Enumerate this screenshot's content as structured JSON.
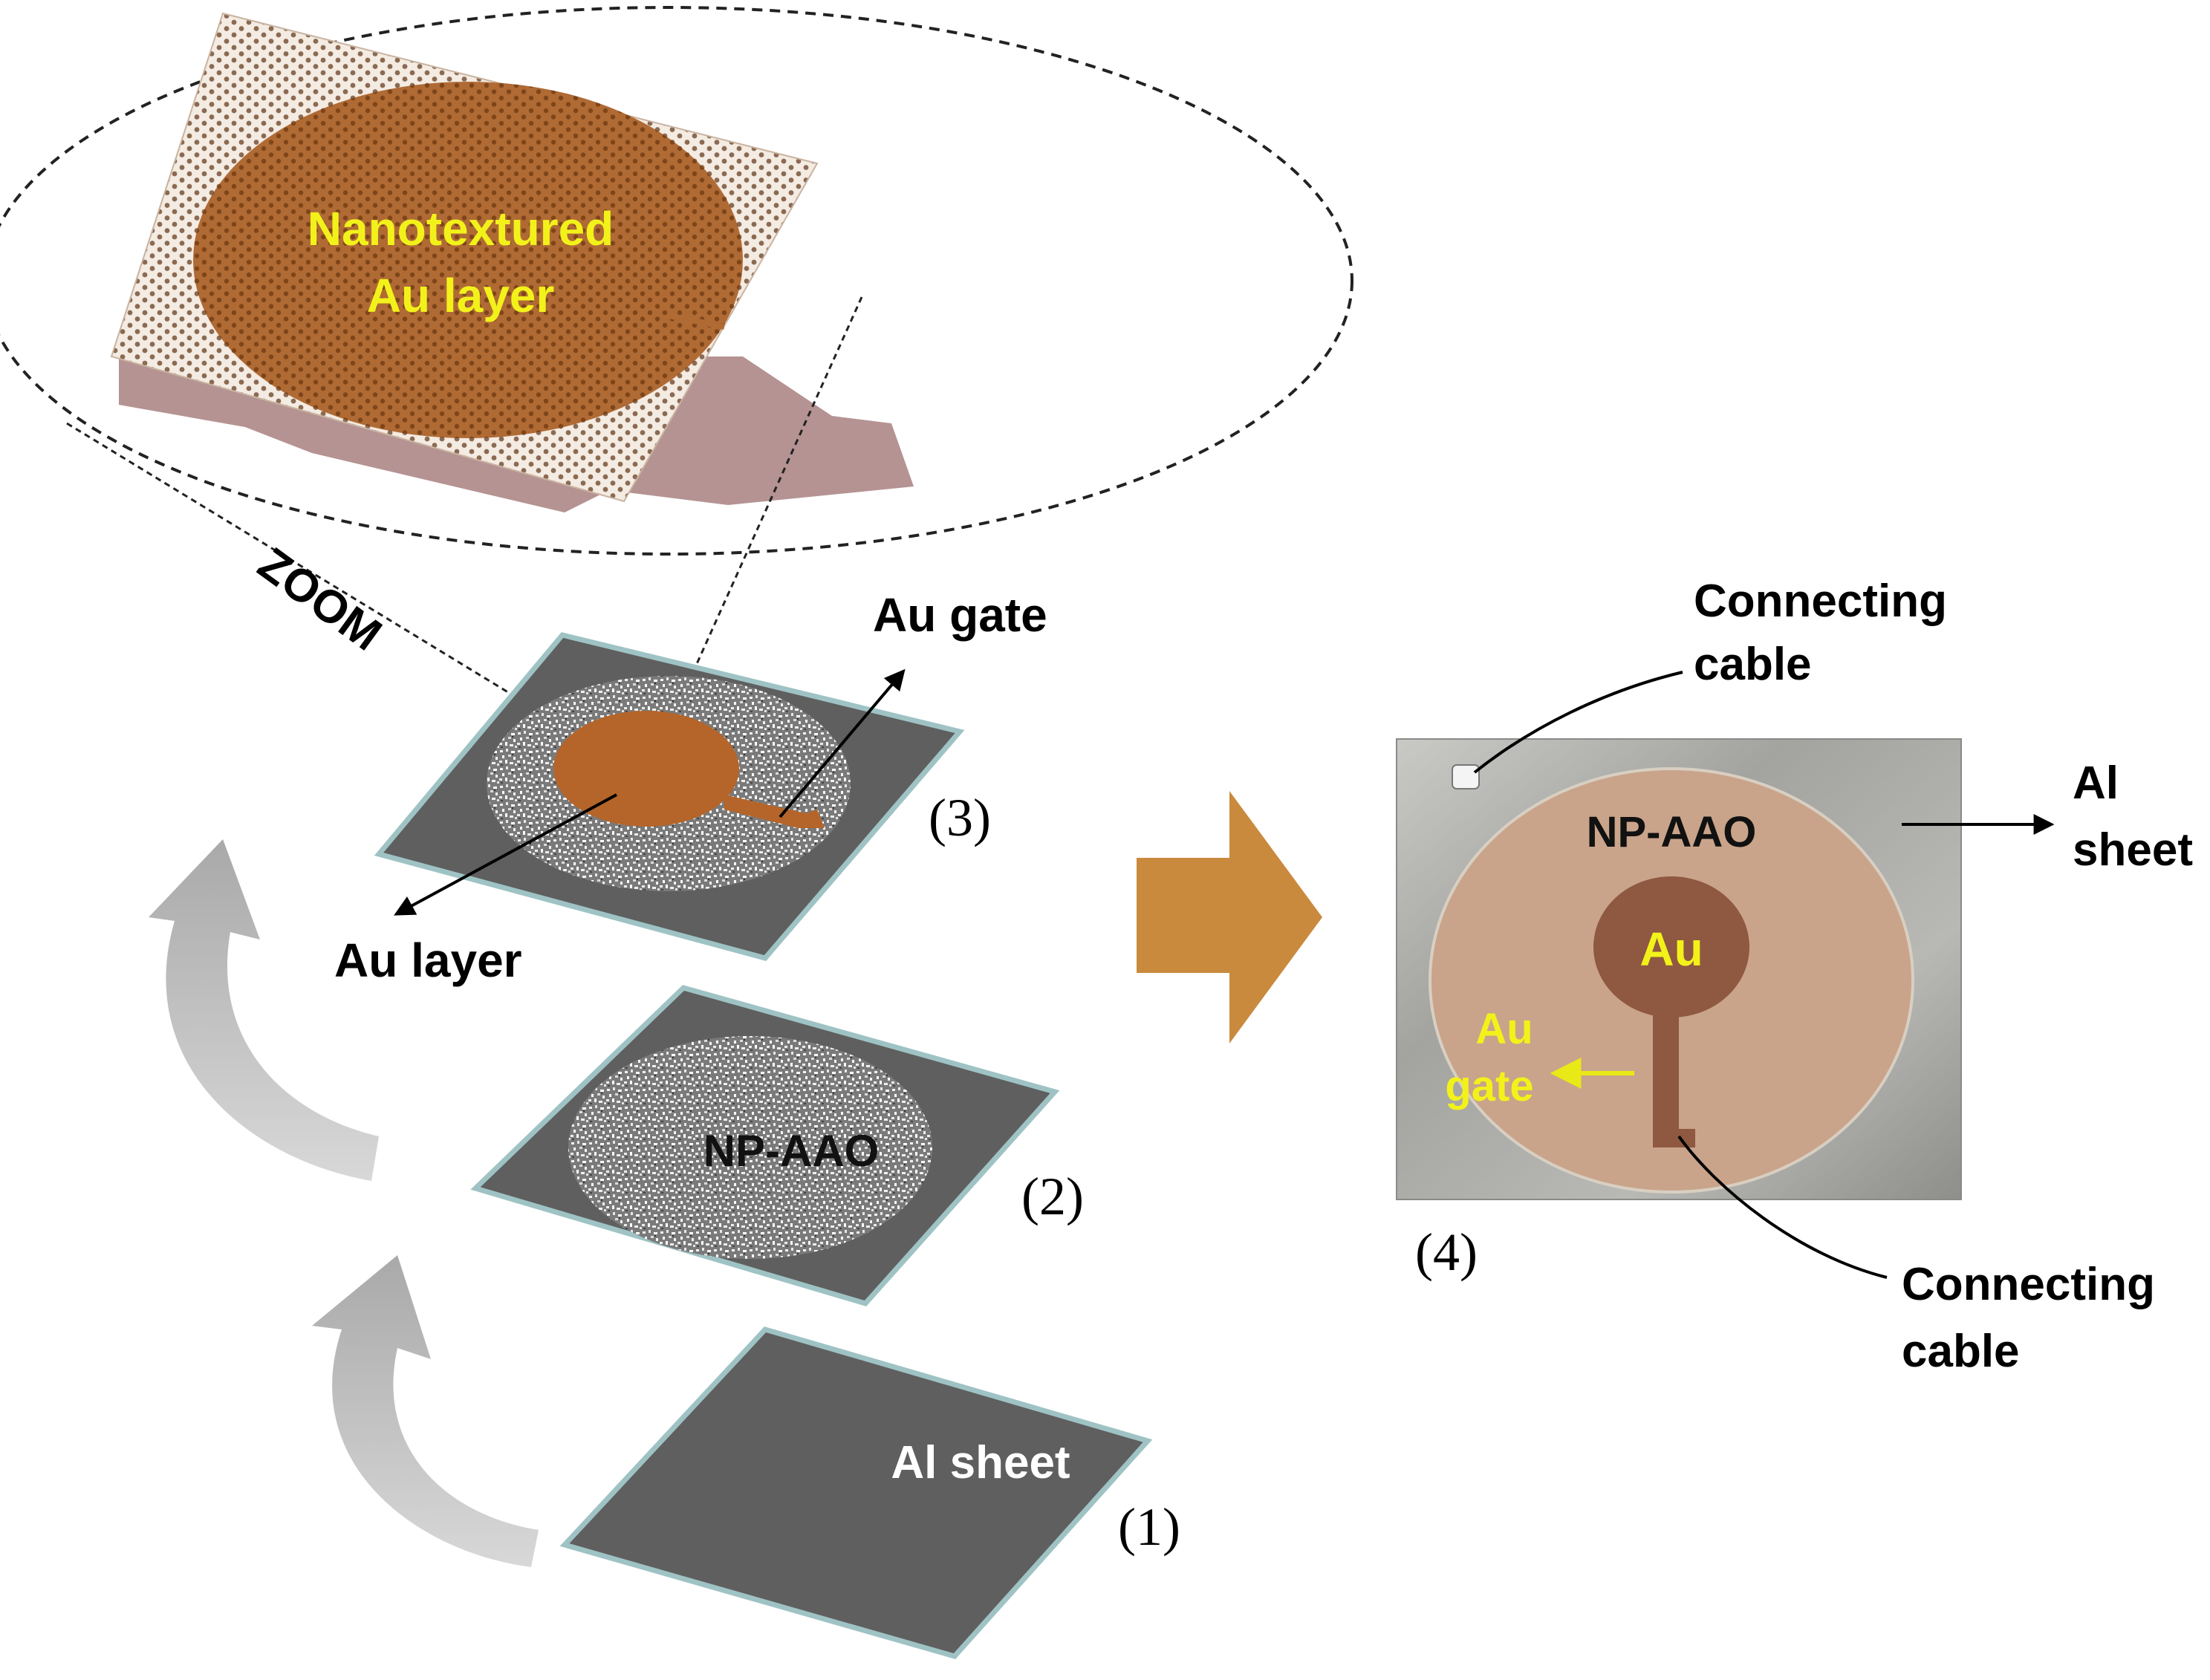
{
  "labels": {
    "zoom": "ZOOM",
    "nanotextured_line1": "Nanotextured",
    "nanotextured_line2": "Au layer",
    "au_gate_top": "Au gate",
    "au_layer": "Au layer",
    "np_aao_step2": "NP-AAO",
    "al_sheet_step1": "Al sheet",
    "photo_np_aao": "NP-AAO",
    "photo_au": "Au",
    "photo_au_gate_line1": "Au",
    "photo_au_gate_line2": "gate",
    "connecting_cable_top_line1": "Connecting",
    "connecting_cable_top_line2": "cable",
    "connecting_cable_bottom_line1": "Connecting",
    "connecting_cable_bottom_line2": "cable",
    "al_sheet_right_line1": "Al",
    "al_sheet_right_line2": "sheet"
  },
  "steps": {
    "step1": "(1)",
    "step2": "(2)",
    "step3": "(3)",
    "step4": "(4)"
  },
  "colors": {
    "plate": "#5f5f5f",
    "plate_edge": "#9fc3c4",
    "gold": "#b5652a",
    "label_yellow": "#f2f21a",
    "big_arrow": "#c98a3d",
    "curve_arrow": "#b9b9b9",
    "photo_bg": "#a9a9a6",
    "photo_disc": "#c9a48a"
  }
}
